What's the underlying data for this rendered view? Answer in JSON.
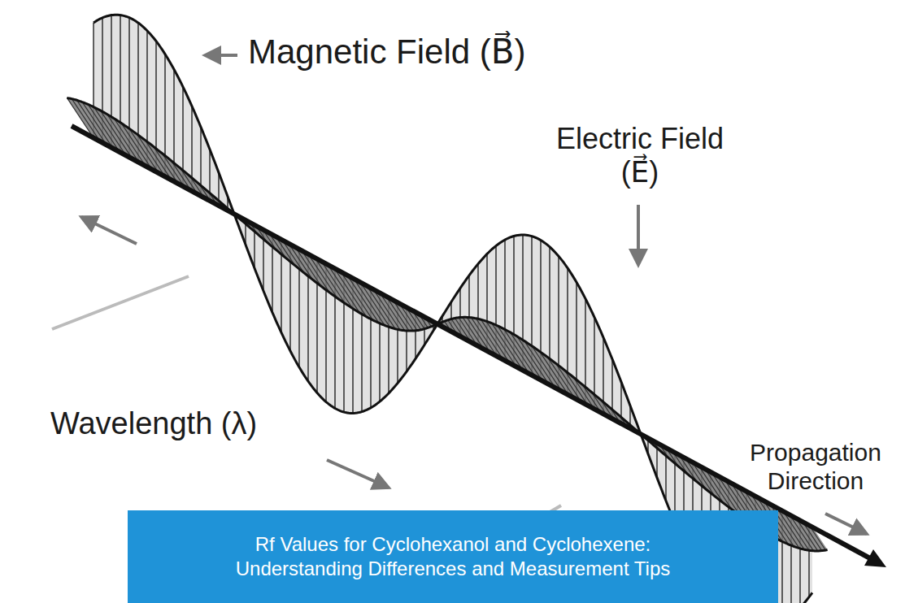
{
  "diagram": {
    "nodes": [
      {
        "text": [
          "Rf Values for Cyclohexanol and Cyclohexene: Understanding Differences and Measurement Tips"
        ]
      }
    ],
    "labels": [
      "Magnetic Field (B⃗)",
      "Electric Field (E⃗)",
      "Wavelength (λ)",
      "Propagation Direction"
    ]
  }
}
